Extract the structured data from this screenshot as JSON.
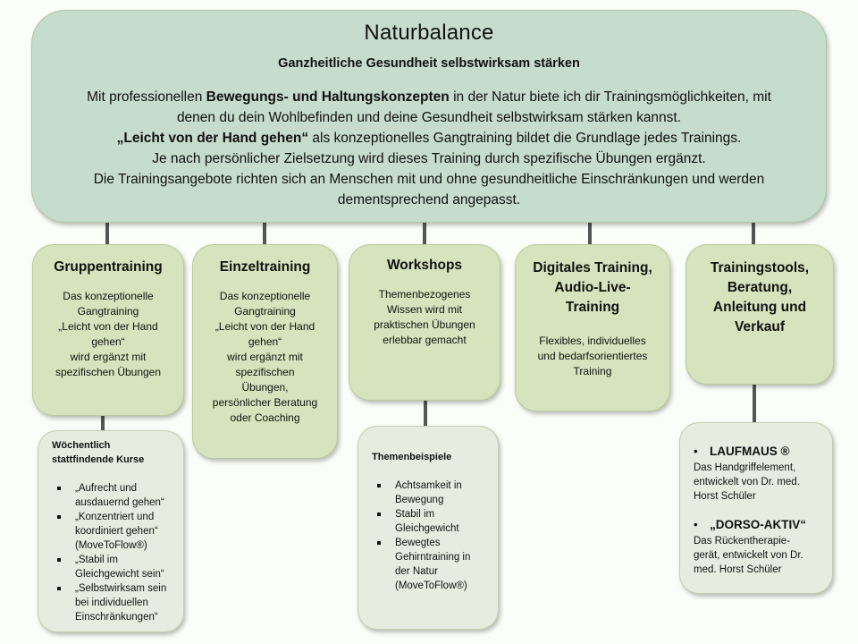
{
  "header": {
    "title": "Naturbalance",
    "subtitle": "Ganzheitliche Gesundheit selbstwirksam stärken",
    "line1_pre": "Mit professionellen ",
    "line1_bold": "Bewegungs- und Haltungskonzepten",
    "line1_post": " in der Natur biete ich dir Trainingsmöglichkeiten, mit",
    "line2": "denen du dein Wohlbefinden und deine Gesundheit selbstwirksam stärken kannst.",
    "line3_bold": "„Leicht von der Hand gehen“",
    "line3_post": " als konzeptionelles Gangtraining bildet die Grundlage jedes Trainings.",
    "line4": "Je nach persönlicher Zielsetzung wird dieses Training durch spezifische Übungen ergänzt.",
    "line5": "Die Trainingsangebote richten sich an Menschen mit und ohne gesundheitliche Einschränkungen und werden",
    "line6": "dementsprechend angepasst."
  },
  "offers": [
    {
      "title": "Gruppentraining",
      "text": [
        "Das konzeptionelle",
        "Gangtraining",
        "„Leicht von der Hand",
        "gehen“",
        "wird ergänzt mit",
        "spezifischen Übungen"
      ]
    },
    {
      "title": "Einzeltraining",
      "text": [
        "Das konzeptionelle",
        "Gangtraining",
        "„Leicht von der Hand",
        "gehen“",
        "wird ergänzt mit",
        "spezifischen",
        "Übungen,",
        "persönlicher Beratung",
        "oder Coaching"
      ]
    },
    {
      "title": "Workshops",
      "text": [
        "Themenbezogenes",
        "Wissen wird mit",
        "praktischen Übungen",
        "erlebbar gemacht"
      ]
    },
    {
      "title": [
        "Digitales Training,",
        "Audio-Live-",
        "Training"
      ],
      "text": [
        "Flexibles, individuelles",
        "und bedarfsorientiertes",
        "Training"
      ]
    },
    {
      "title": [
        "Trainingstools,",
        "Beratung,",
        "Anleitung und",
        "Verkauf"
      ]
    }
  ],
  "courses": {
    "heading": [
      "Wöchentlich",
      "stattfindende Kurse"
    ],
    "items": [
      [
        "„Aufrecht und",
        "ausdauernd gehen“"
      ],
      [
        "„Konzentriert und",
        "koordiniert gehen“",
        "(MoveToFlow®)"
      ],
      [
        "„Stabil im",
        "Gleichgewicht sein“"
      ],
      [
        "„Selbstwirksam sein",
        "bei individuellen",
        "Einschränkungen“"
      ]
    ]
  },
  "topics": {
    "heading": "Themenbeispiele",
    "items": [
      [
        "Achtsamkeit in",
        "Bewegung"
      ],
      [
        "Stabil im",
        "Gleichgewicht"
      ],
      [
        "Bewegtes",
        "Gehirntraining in",
        "der Natur",
        "(MoveToFlow®)"
      ]
    ]
  },
  "tools": {
    "bullet": "•",
    "items": [
      {
        "name": "LAUFMAUS ®",
        "desc": [
          "Das Handgriffelement,",
          "entwickelt von Dr. med.",
          "Horst Schüler"
        ]
      },
      {
        "name": "„DORSO-AKTIV“",
        "desc": [
          "Das Rückentherapie-",
          "gerät, entwickelt von Dr.",
          "med. Horst Schüler"
        ]
      }
    ]
  },
  "colors": {
    "header_bg": "#c6dccd",
    "offer_bg": "#d6e3bd",
    "detail_bg": "#e8ece0",
    "connector": "#555555"
  }
}
